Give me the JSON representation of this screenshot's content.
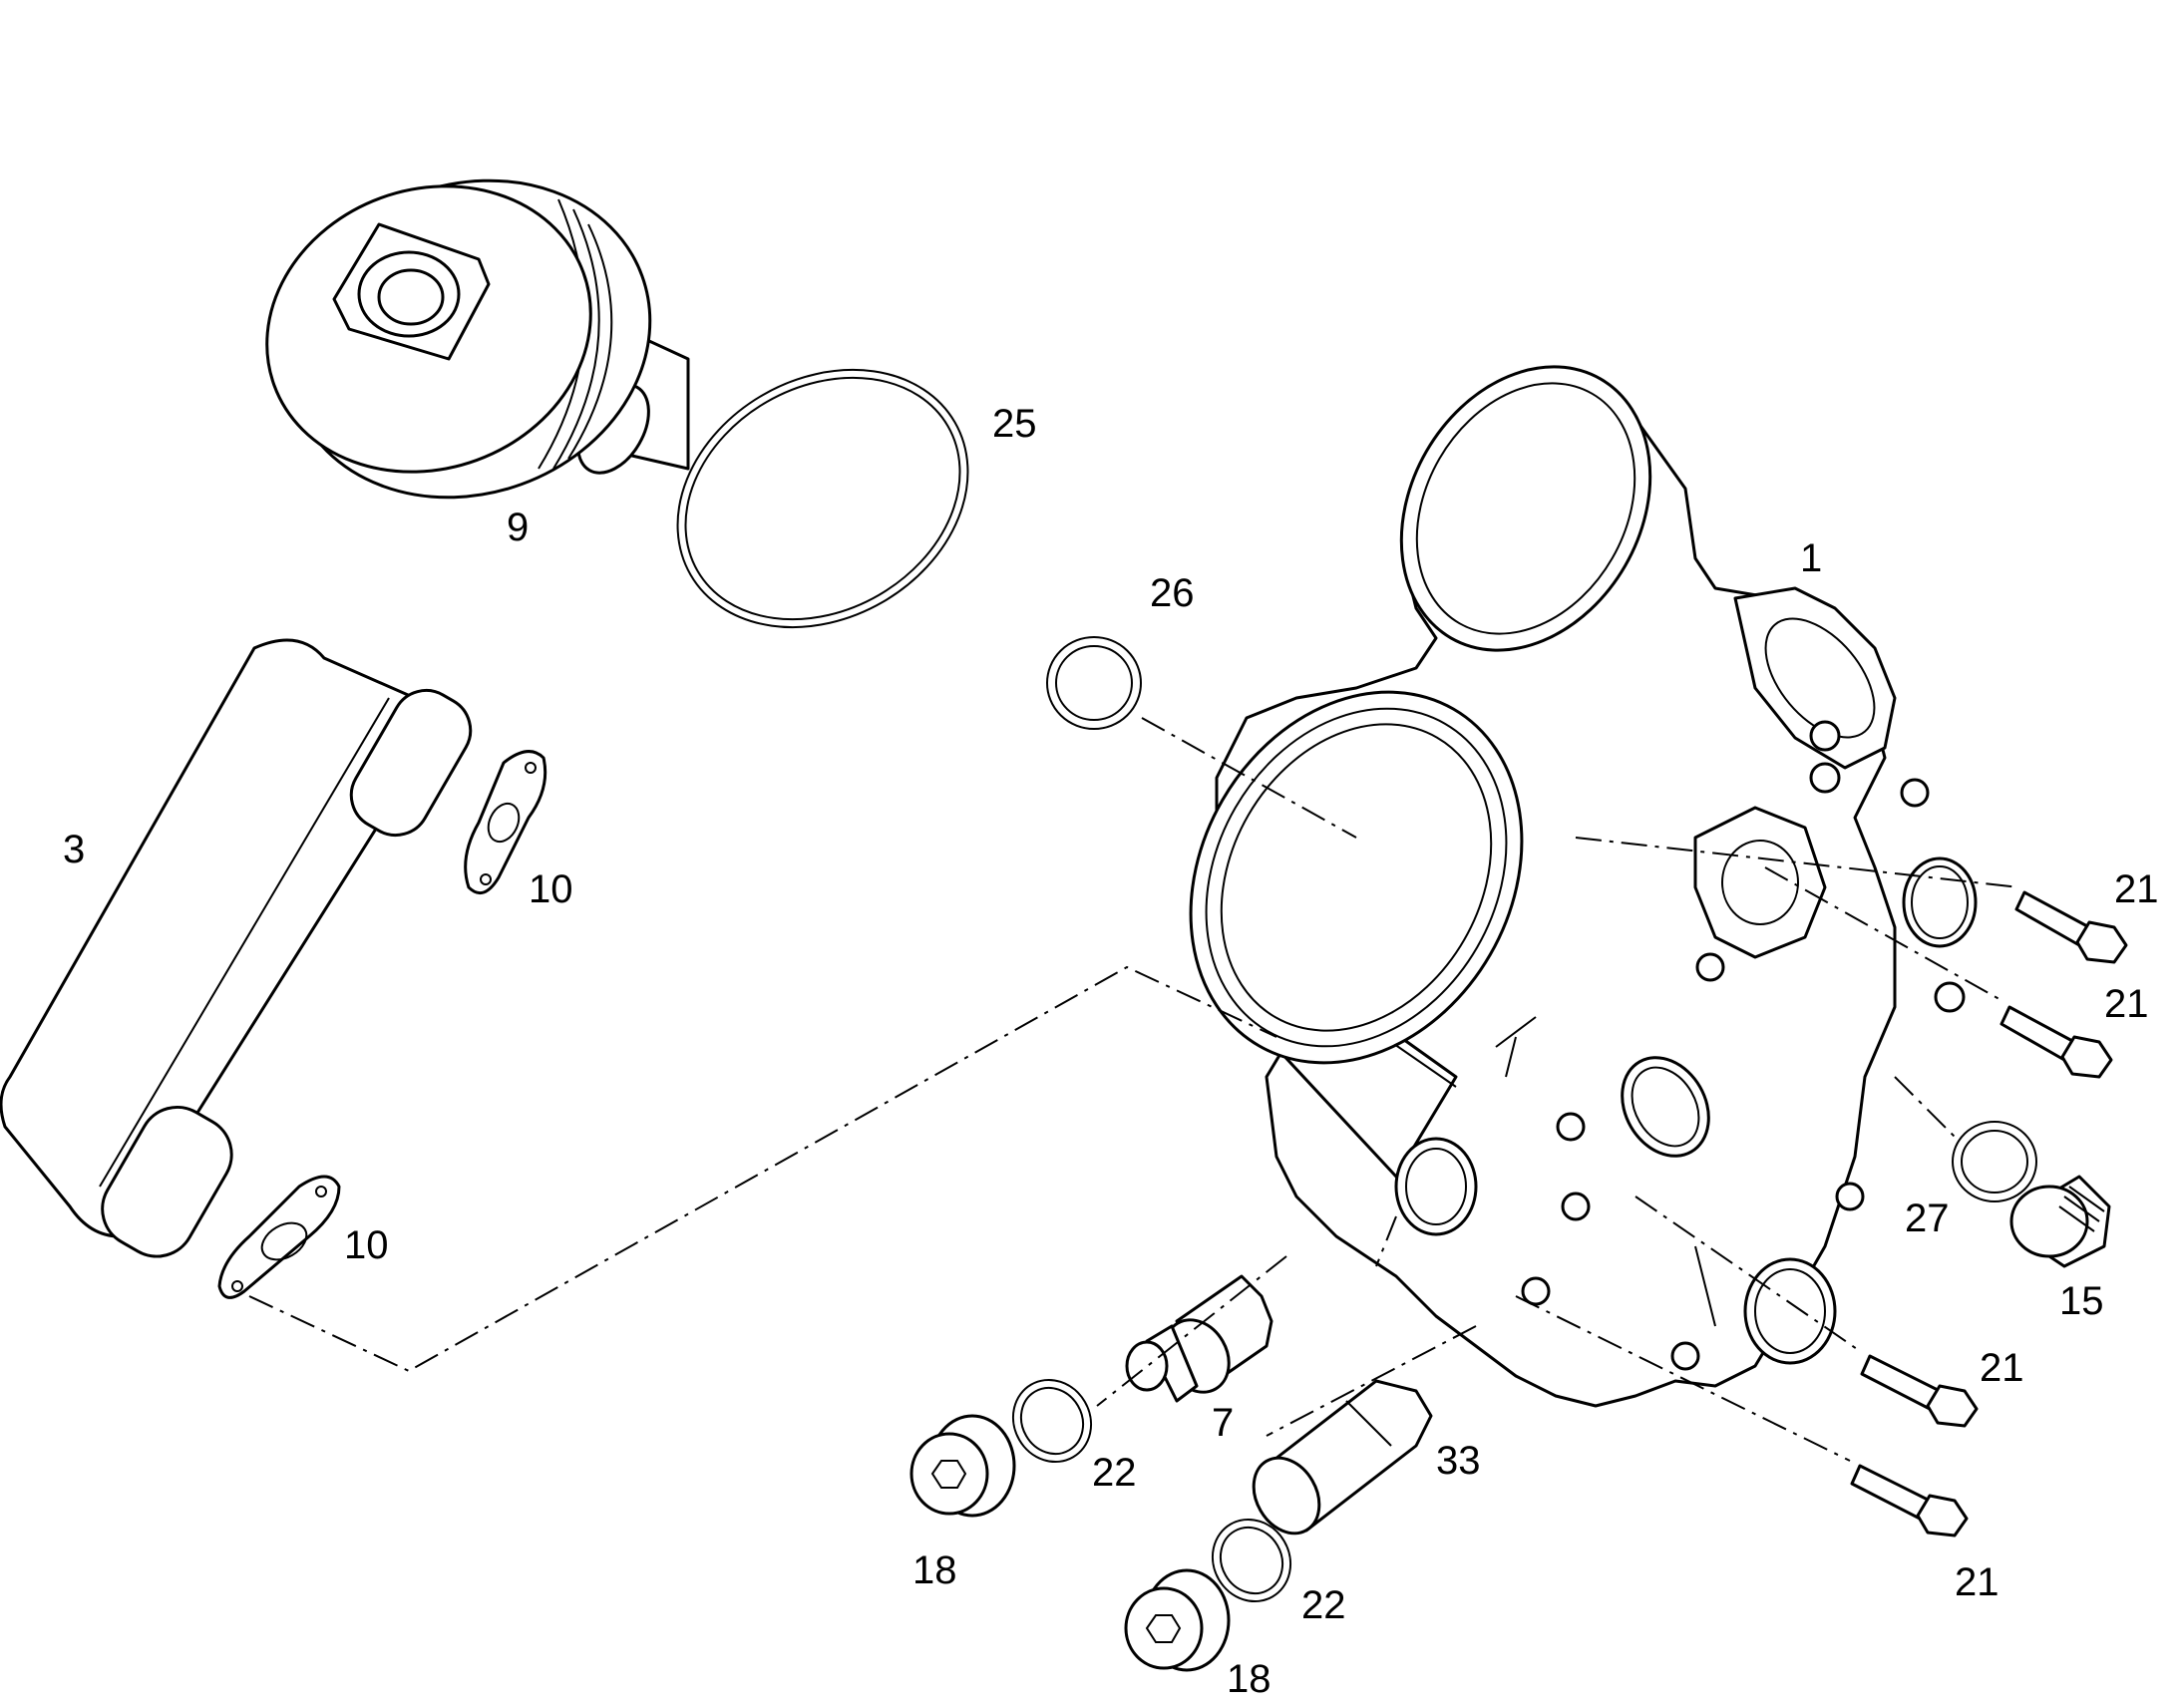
{
  "diagram": {
    "callouts": [
      {
        "id": "9",
        "text": "9"
      },
      {
        "id": "25",
        "text": "25"
      },
      {
        "id": "26",
        "text": "26"
      },
      {
        "id": "1",
        "text": "1"
      },
      {
        "id": "3",
        "text": "3"
      },
      {
        "id": "10a",
        "text": "10"
      },
      {
        "id": "10b",
        "text": "10"
      },
      {
        "id": "21a",
        "text": "21"
      },
      {
        "id": "21b",
        "text": "21"
      },
      {
        "id": "21c",
        "text": "21"
      },
      {
        "id": "21d",
        "text": "21"
      },
      {
        "id": "27",
        "text": "27"
      },
      {
        "id": "15",
        "text": "15"
      },
      {
        "id": "7",
        "text": "7"
      },
      {
        "id": "33",
        "text": "33"
      },
      {
        "id": "22a",
        "text": "22"
      },
      {
        "id": "22b",
        "text": "22"
      },
      {
        "id": "18a",
        "text": "18"
      },
      {
        "id": "18b",
        "text": "18"
      }
    ]
  }
}
